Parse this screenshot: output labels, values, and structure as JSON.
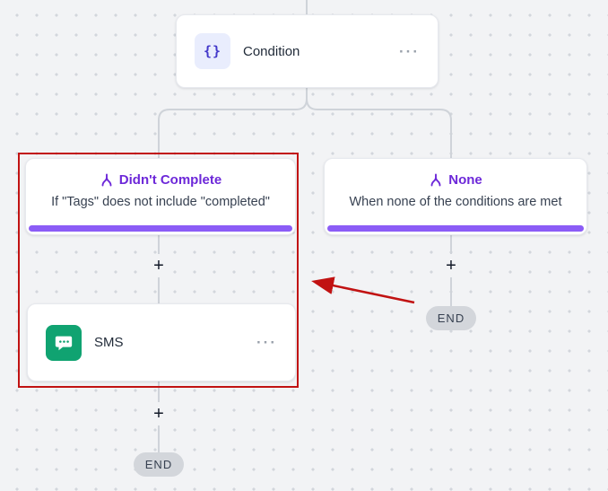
{
  "canvas": {
    "bg": "#f2f3f5",
    "dot_color": "#d2d6dc"
  },
  "condition_node": {
    "icon_glyph": "{}",
    "label": "Condition",
    "menu_glyph": "···"
  },
  "branches": [
    {
      "title": "Didn't Complete",
      "subtitle": "If \"Tags\" does not include \"completed\"",
      "accent_color": "#8b5cf6",
      "title_color": "#6d28d9"
    },
    {
      "title": "None",
      "subtitle": "When none of the conditions are met",
      "accent_color": "#8b5cf6",
      "title_color": "#6d28d9"
    }
  ],
  "sms_node": {
    "label": "SMS",
    "menu_glyph": "···",
    "icon_color": "#10a371"
  },
  "add_step": {
    "glyph": "+"
  },
  "end_node": {
    "label": "END"
  },
  "annotation": {
    "color": "#c11212"
  }
}
